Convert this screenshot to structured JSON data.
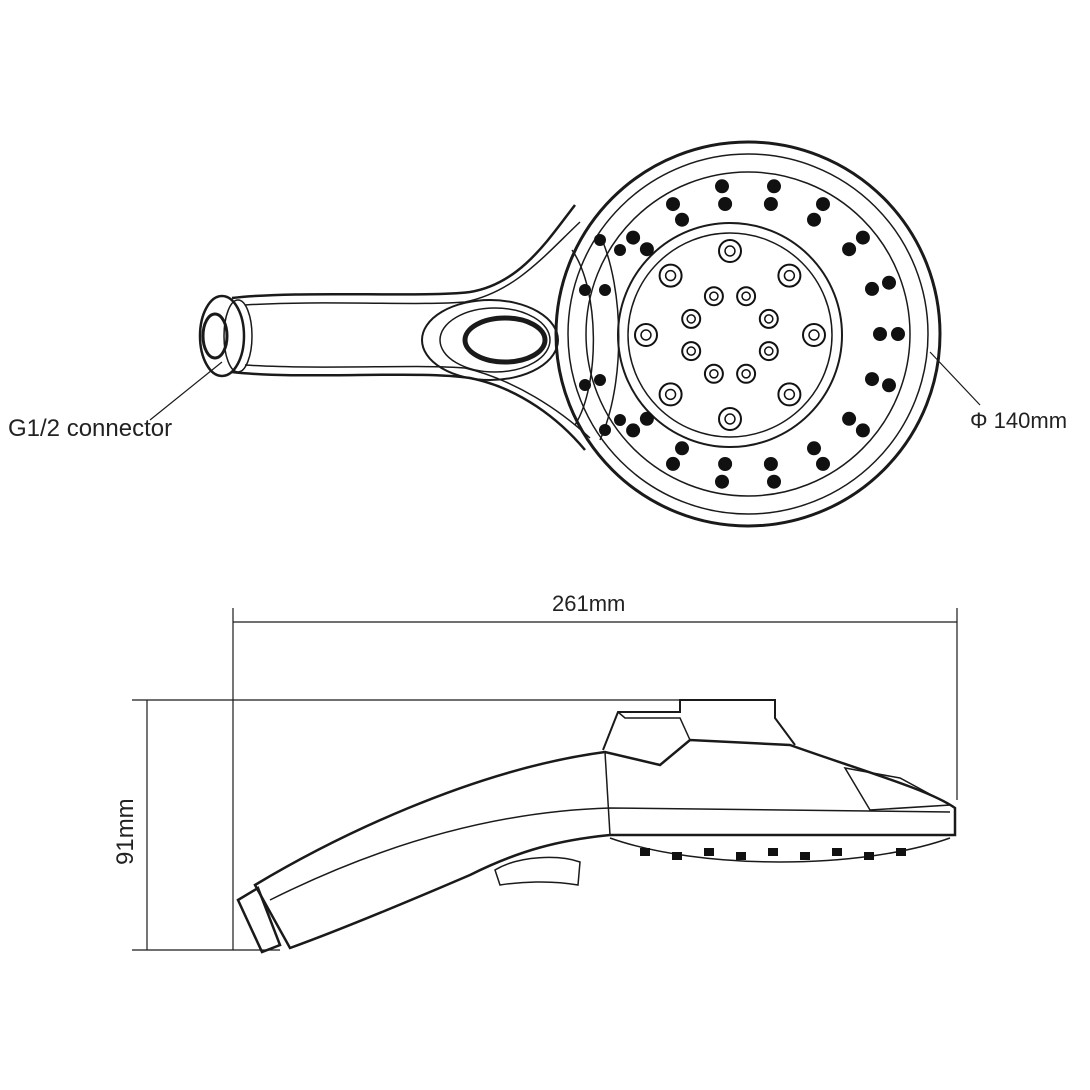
{
  "labels": {
    "connector": "G1/2 connector",
    "diameter": "Φ 140mm",
    "length": "261mm",
    "height": "91mm"
  },
  "colors": {
    "line": "#1a1a1a",
    "nozzle": "#111111"
  }
}
